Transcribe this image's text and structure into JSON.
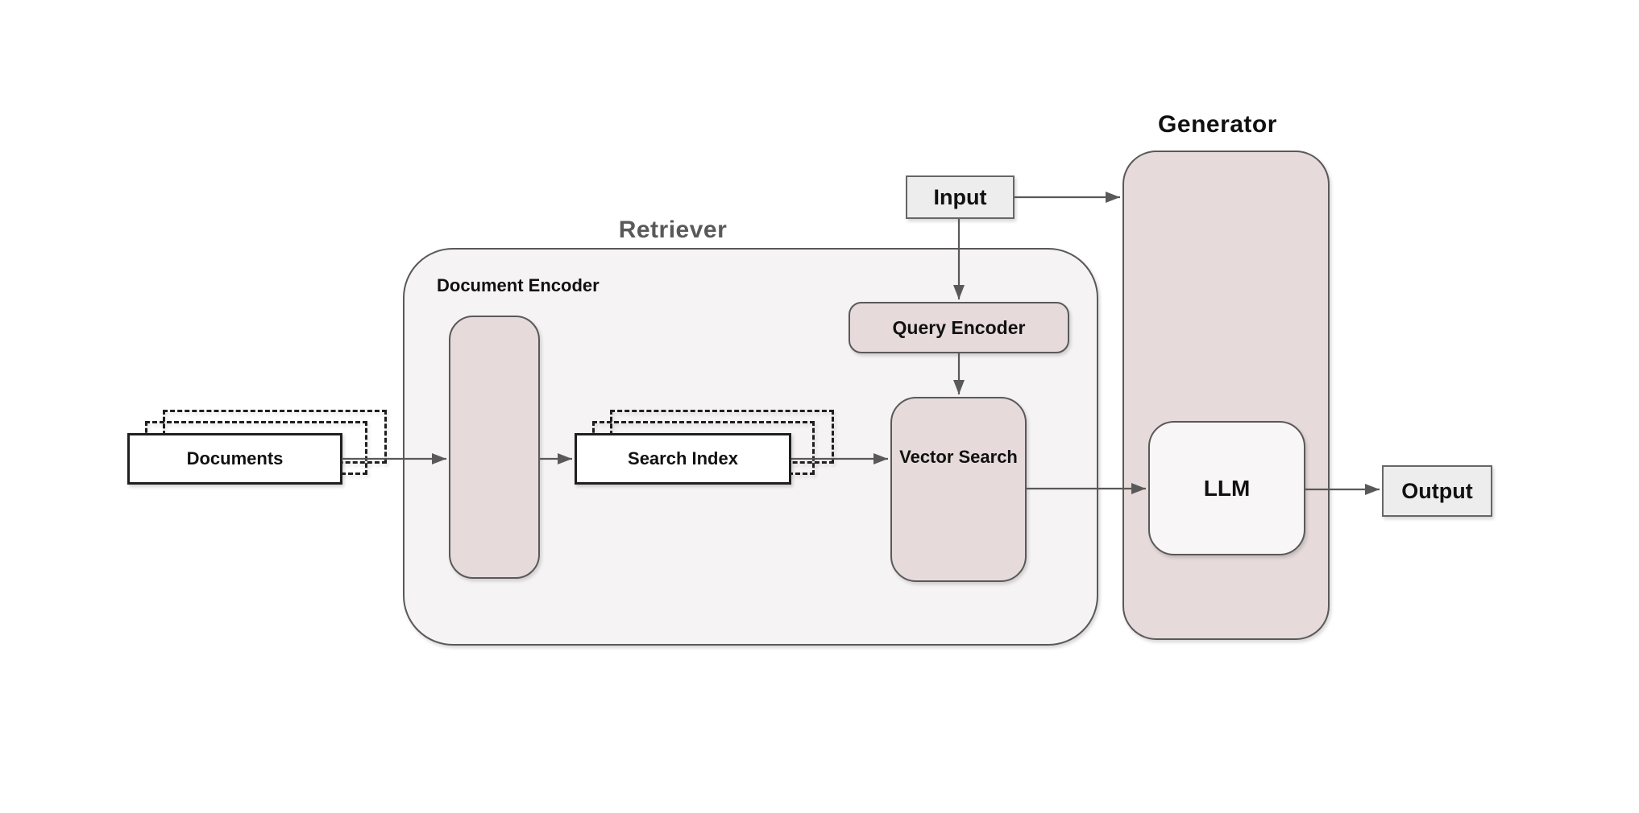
{
  "groups": {
    "retriever": {
      "title": "Retriever"
    },
    "generator": {
      "title": "Generator"
    }
  },
  "nodes": {
    "documents": {
      "label": "Documents"
    },
    "document_encoder": {
      "label": "Document Encoder"
    },
    "search_index": {
      "label": "Search Index"
    },
    "query_encoder": {
      "label": "Query Encoder"
    },
    "vector_search": {
      "label": "Vector Search"
    },
    "input": {
      "label": "Input"
    },
    "llm": {
      "label": "LLM"
    },
    "output": {
      "label": "Output"
    }
  },
  "edges": [
    {
      "from": "Input",
      "to": "Generator"
    },
    {
      "from": "Input",
      "to": "Query Encoder"
    },
    {
      "from": "Query Encoder",
      "to": "Vector Search"
    },
    {
      "from": "Documents",
      "to": "Document Encoder"
    },
    {
      "from": "Document Encoder",
      "to": "Search Index"
    },
    {
      "from": "Search Index",
      "to": "Vector Search"
    },
    {
      "from": "Vector Search",
      "to": "LLM"
    },
    {
      "from": "LLM",
      "to": "Output"
    }
  ],
  "colors": {
    "rose_fill": "#e6dada",
    "group_fill": "#f6f3f4",
    "llm_fill": "#f8f6f7",
    "io_fill": "#ededed",
    "border": "#595959",
    "arrow": "#595959",
    "dark_border": "#1f1f1f",
    "retriever_title_color": "#595959",
    "generator_title_color": "#111111",
    "label_color": "#111111",
    "canvas_bg": "#ffffff"
  }
}
